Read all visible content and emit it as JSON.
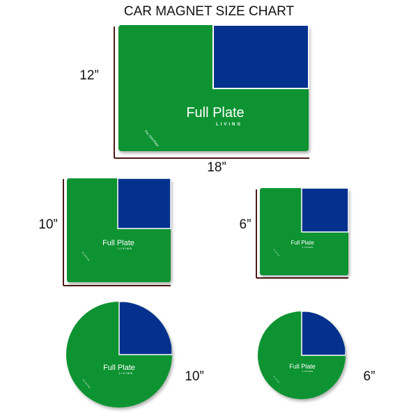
{
  "title": "CAR MAGNET SIZE CHART",
  "colors": {
    "green": "#0a9330",
    "blue": "#05318e",
    "axis": "#4a1a14"
  },
  "logo": {
    "name": "Full Plate",
    "sub": "LIVING",
    "tagline": "The 70% Plate"
  },
  "magnets": [
    {
      "shape": "rectangle",
      "height_label": "12”",
      "width_label": "18”"
    },
    {
      "shape": "square",
      "size_label": "10”"
    },
    {
      "shape": "square",
      "size_label": "6”"
    },
    {
      "shape": "circle",
      "size_label": "10”"
    },
    {
      "shape": "circle",
      "size_label": "6”"
    }
  ]
}
